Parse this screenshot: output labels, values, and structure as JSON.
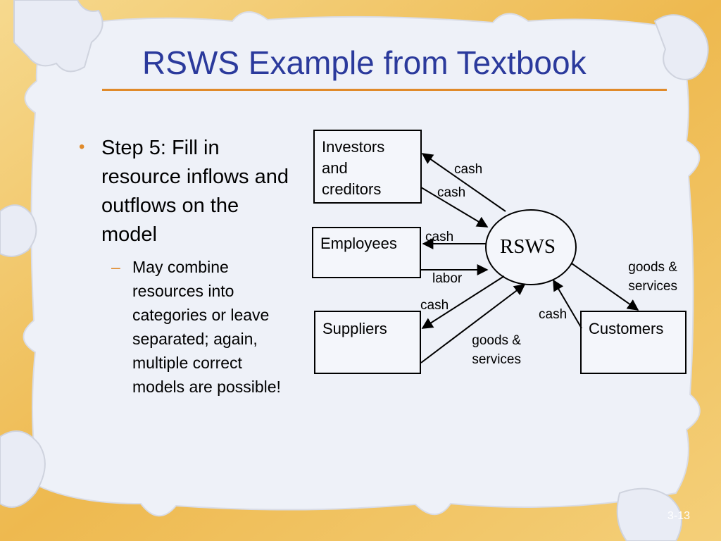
{
  "slide": {
    "title": "RSWS Example from Textbook",
    "page_number": "3-13"
  },
  "bullets": {
    "main": "Step 5: Fill in resource inflows and outflows on the model",
    "sub": "May combine resources into categories or leave separated; again, multiple correct models are possible!"
  },
  "diagram": {
    "center": "RSWS",
    "entities": {
      "investors": "Investors and creditors",
      "employees": "Employees",
      "suppliers": "Suppliers",
      "customers": "Customers"
    },
    "flows": {
      "investors_out": "cash",
      "investors_in": "cash",
      "employees_out": "cash",
      "employees_in": "labor",
      "suppliers_out": "cash",
      "suppliers_in": "goods & services",
      "customers_out": "goods & services",
      "customers_in": "cash"
    }
  },
  "colors": {
    "title": "#2b3a9c",
    "accent": "#e08a2a",
    "puzzle_gold": "#f1c76a",
    "panel": "#eef1f8"
  }
}
